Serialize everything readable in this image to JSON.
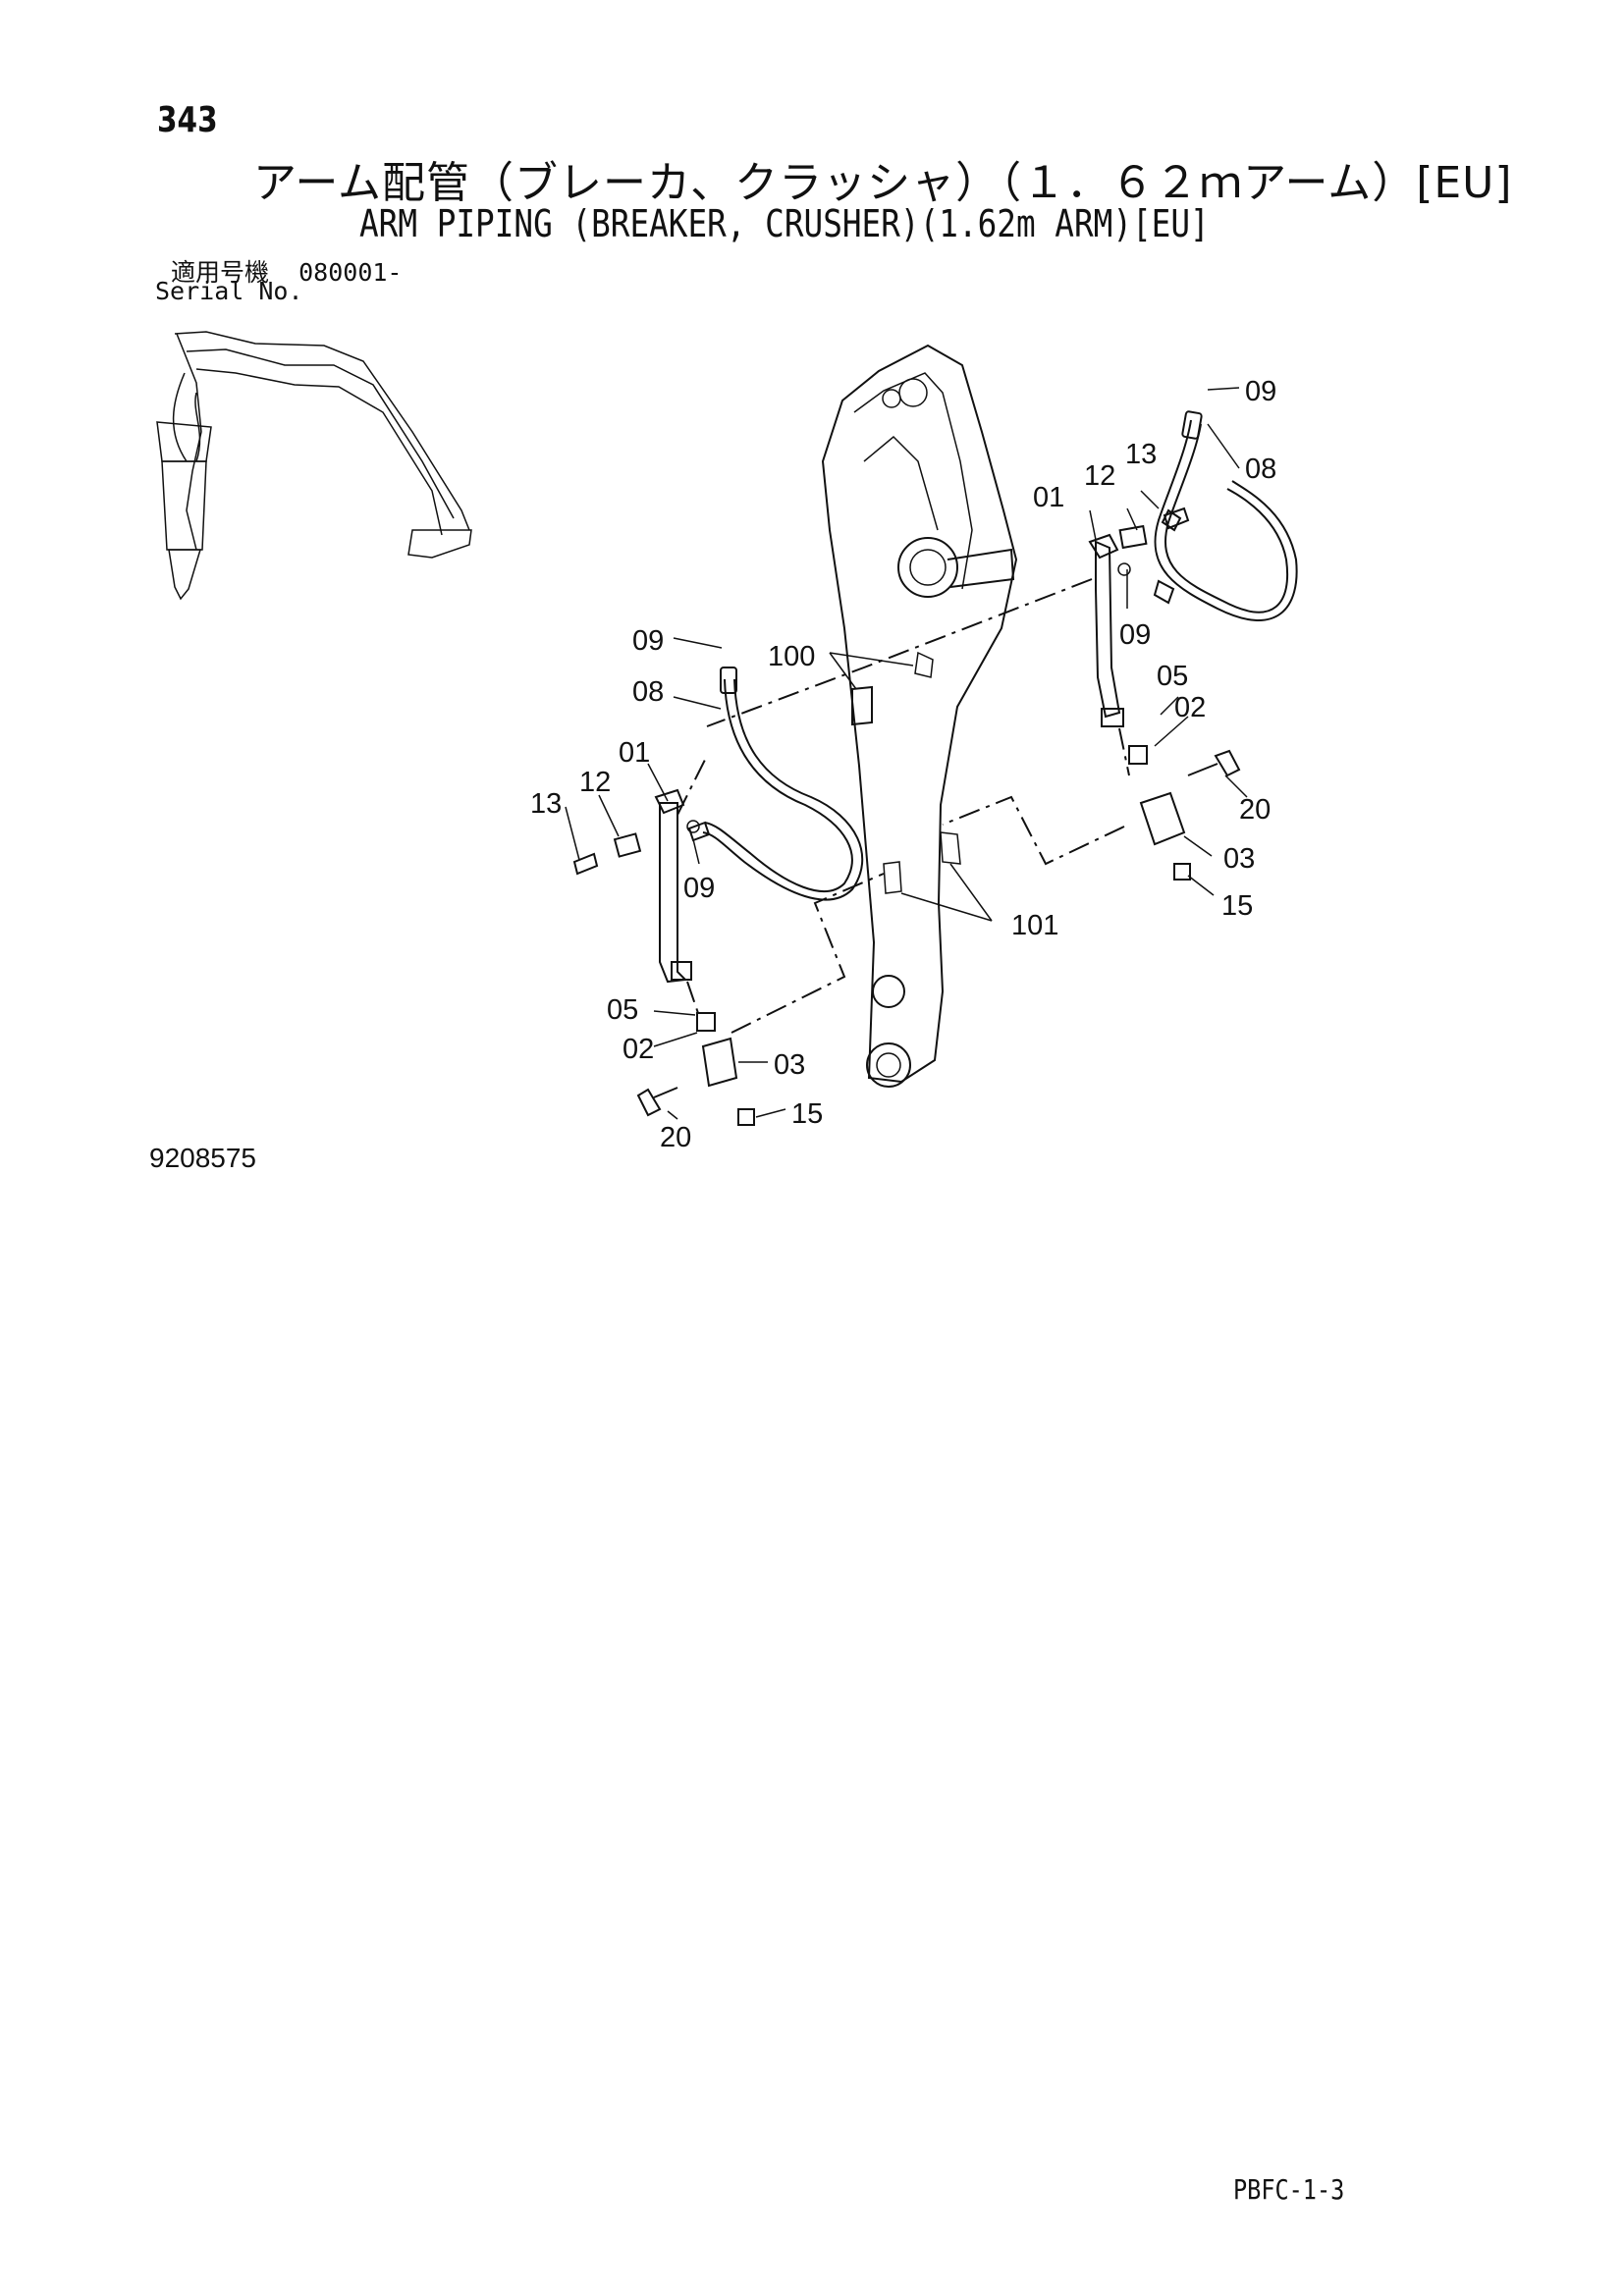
{
  "header": {
    "page_number": "343",
    "title_jp": "アーム配管（ブレーカ、クラッシャ）（１．６２ｍアーム）[EU]",
    "title_en": "ARM PIPING (BREAKER, CRUSHER)(1.62m ARM)[EU]",
    "serial_label_jp": "適用号機",
    "serial_value": "080001-",
    "serial_label_en": "Serial No."
  },
  "callouts": {
    "c09_top": "09",
    "c08_top": "08",
    "c13_right": "13",
    "c12_right": "12",
    "c01_right": "01",
    "c09_right_mid": "09",
    "c05_right": "05",
    "c02_right": "02",
    "c20_right": "20",
    "c03_right": "03",
    "c15_right": "15",
    "c101": "101",
    "c100": "100",
    "c09_left_top": "09",
    "c08_left": "08",
    "c01_left": "01",
    "c12_left": "12",
    "c13_left": "13",
    "c09_left_mid": "09",
    "c05_left": "05",
    "c02_left": "02",
    "c03_left": "03",
    "c20_left": "20",
    "c15_left": "15"
  },
  "footer": {
    "drawing_number": "9208575",
    "page_code": "PBFC-1-3"
  }
}
